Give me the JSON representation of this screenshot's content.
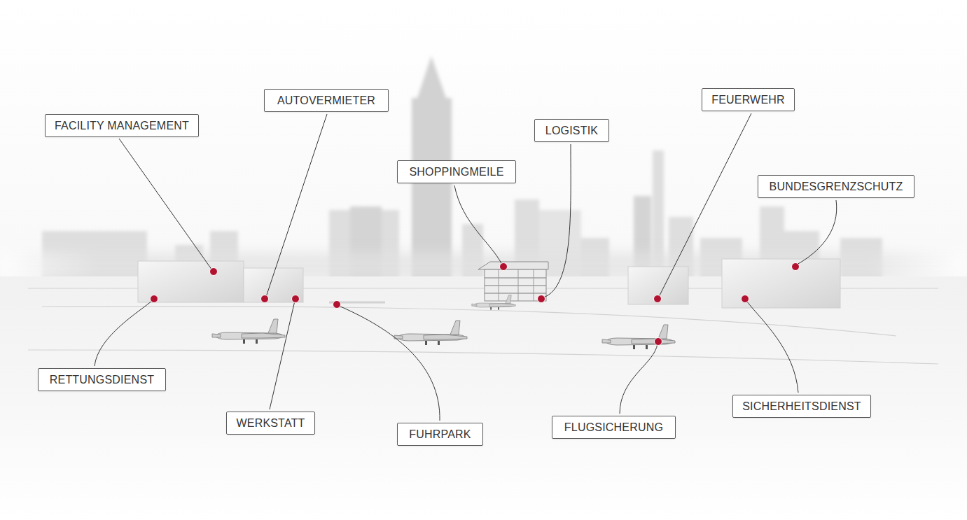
{
  "diagram": {
    "nodes": [
      {
        "text": [
          "FACILITY MANAGEMENT"
        ]
      },
      {
        "text": [
          "AUTOVERMIETER"
        ]
      },
      {
        "text": [
          "SHOPPINGMEILE"
        ]
      },
      {
        "text": [
          "LOGISTIK"
        ]
      },
      {
        "text": [
          "FEUERWEHR"
        ]
      },
      {
        "text": [
          "BUNDESGRENZSCHUTZ"
        ]
      },
      {
        "text": [
          "RETTUNGSDIENST"
        ]
      },
      {
        "text": [
          "WERKSTATT"
        ]
      },
      {
        "text": [
          "FUHRPARK"
        ]
      },
      {
        "text": [
          "FLUGSICHERUNG"
        ]
      },
      {
        "text": [
          "SICHERHEITSDIENST"
        ]
      }
    ]
  }
}
